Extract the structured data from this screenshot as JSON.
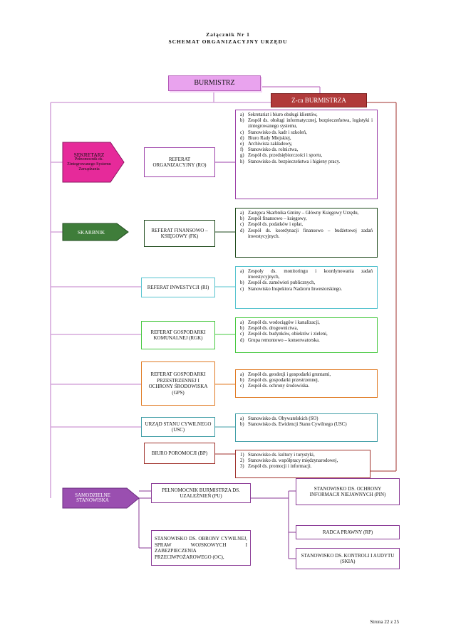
{
  "header": {
    "annex": "Załącznik Nr 1",
    "title": "SCHEMAT ORGANIZACYJNY URZĘDU"
  },
  "top": {
    "mayor": "BURMISTRZ",
    "deputy": "Z-ca BURMISTRZA"
  },
  "arrows": {
    "secretary_title": "SEKRETARZ",
    "secretary_sub": "Pełnomocnik ds. Zintegrowanego Systemu Zarządzania",
    "treasurer": "SKARBNIK",
    "independent": "SAMODZIELNE STANOWISKA"
  },
  "units": {
    "ro": "REFERAT ORGANIZACYJNY (RO)",
    "fk": "REFERAT FINANSOWO – KSIĘGOWY (FK)",
    "ri": "REFERAT INWESTYCJI (RI)",
    "rgk": "REFERAT GOSPODARKI KOMUNALNEJ (RGK)",
    "gps": "REFERAT GOSPODARKI PRZESTRZENNEJ I OCHRONY ŚRODOWISKA (GPS)",
    "usc": "URZĄD STANU CYWILNEGO (USC)",
    "bp": "BIURO POROMOCJI (BP)"
  },
  "lists": {
    "ro": [
      {
        "m": "a)",
        "t": "Sekretariat i biuro obsługi klientów,"
      },
      {
        "m": "b)",
        "t": "Zespół ds. obsługi informatycznej, bezpieczeństwa, logistyki i zintegrowanego systemu,"
      },
      {
        "m": "c)",
        "t": "Stanowisko ds. kadr i szkoleń,"
      },
      {
        "m": "d)",
        "t": "Biuro Rady Miejskiej,"
      },
      {
        "m": "e)",
        "t": "Archiwista zakładowy,"
      },
      {
        "m": "f)",
        "t": "Stanowisko ds. rolnictwa,"
      },
      {
        "m": "g)",
        "t": "Zespół ds. przedsiębiorczości i sportu,"
      },
      {
        "m": "h)",
        "t": "Stanowisko ds. bezpieczeństwa i higieny pracy."
      }
    ],
    "fk": [
      {
        "m": "a)",
        "t": "Zastępca Skarbnika Gminy – Główny Księgowy Urzędu,"
      },
      {
        "m": "b)",
        "t": "Zespół finansowo – księgowy,"
      },
      {
        "m": "c)",
        "t": "Zespół ds. podatków i opłat,"
      },
      {
        "m": "d)",
        "t": "Zespół ds. koordynacji finansowo – budżetowej zadań inwestycyjnych."
      }
    ],
    "ri": [
      {
        "m": "a)",
        "t": "Zespoły ds. monitoringu i koordynowania zadań inwestycyjnych,"
      },
      {
        "m": "b)",
        "t": "Zespół ds. zamówień publicznych,"
      },
      {
        "m": "c)",
        "t": "Stanowisko Inspektora Nadzoru Inwestorskiego."
      }
    ],
    "rgk": [
      {
        "m": "a)",
        "t": "Zespół ds. wodociągów i kanalizacji,"
      },
      {
        "m": "b)",
        "t": "Zespół ds. drogownictwa,"
      },
      {
        "m": "c)",
        "t": "Zespół ds. budynków, obiektów i zieleni,"
      },
      {
        "m": "d)",
        "t": "Grupa remontowo – konserwatorska."
      }
    ],
    "gps": [
      {
        "m": "a)",
        "t": "Zespół ds. geodezji i gospodarki gruntami,"
      },
      {
        "m": "b)",
        "t": "Zespół ds. gospodarki przestrzennej,"
      },
      {
        "m": "c)",
        "t": "Zespół ds. ochrony środowiska."
      }
    ],
    "usc": [
      {
        "m": "a)",
        "t": "Stanowisko ds. Obywatelskich (SO)"
      },
      {
        "m": "b)",
        "t": "Stanowisko ds. Ewidencji Stanu Cywilnego (USC)"
      }
    ],
    "bp": [
      {
        "m": "1)",
        "t": "Stanowisko ds. kultury i turystyki,"
      },
      {
        "m": "2)",
        "t": "Stanowisko ds. współpracy międzynarodowej,"
      },
      {
        "m": "3)",
        "t": "Zespół ds. promocji i informacji."
      }
    ]
  },
  "independent": {
    "pu": "PEŁNOMOCNIK BURMISTRZA DS. UZALEŻNIEŃ (PU)",
    "oc": "STANOWISKO DS. OBRONY CYWILNEJ, SPRAW WOJSKOWYCH I ZABEZPIECZENIA PRZECIWPOŻAROWEGO (OC),",
    "pin": "STANOWISKO DS. OCHRONY INFORMACJI NIEJAWNYCH (PIN)",
    "rp": "RADCA PRAWNY (RP)",
    "skia": "STANOWISKO DS. KONTROLI I AUDYTU (SKIA)"
  },
  "footer": {
    "page": "Strona 22 z 25"
  },
  "colors": {
    "mayor": "#e9a3ee",
    "mayor_border": "#b45bb8",
    "deputy": "#b03a3a",
    "spine": "#d6a8dc",
    "secretary": "#e62a9a",
    "treasurer": "#3f7d3a",
    "independent": "#9a4fb0",
    "ro": "#9b3fa8",
    "fk": "#1f4a1c",
    "ri": "#56c3cf",
    "rgk": "#46c83f",
    "gps": "#e07a22",
    "usc": "#3f9da6",
    "bp": "#a0322c",
    "ind_box": "#8a3a96"
  }
}
